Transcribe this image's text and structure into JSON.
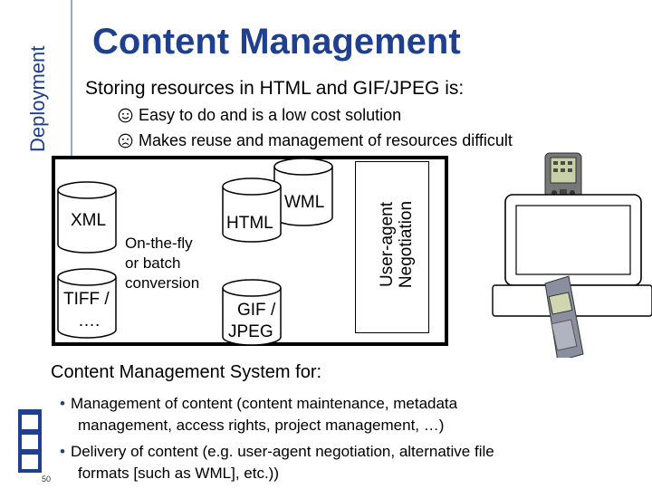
{
  "side": {
    "label": "Deployment"
  },
  "header": {
    "title": "Content Management"
  },
  "intro": {
    "subtitle": "Storing resources in HTML and GIF/JPEG is:",
    "pro": "Easy to do and is a low cost solution",
    "con": "Makes reuse and management of resources difficult"
  },
  "diagram": {
    "xml": "XML",
    "tiff": "TIFF /",
    "tiff_more": "….",
    "conversion": [
      "On-the-fly",
      "or batch",
      "conversion"
    ],
    "html": "HTML",
    "wml": "WML",
    "gif": [
      "GIF /",
      "JPEG"
    ],
    "useragent": [
      "User-agent",
      "Negotiation"
    ]
  },
  "cms": {
    "heading": "Content Management System for:",
    "items": [
      [
        "Management of content (content maintenance, metadata",
        "management, access rights, project management, …)"
      ],
      [
        "Delivery of content (e.g. user-agent negotiation, alternative file",
        "formats [such as WML], etc.))"
      ]
    ]
  },
  "footer": {
    "page": "50"
  },
  "icons": {
    "pro": "smiley-face-icon",
    "con": "frowning-face-icon"
  },
  "colors": {
    "title": "#1f3f8f",
    "bullet": "#1f3f8f"
  }
}
